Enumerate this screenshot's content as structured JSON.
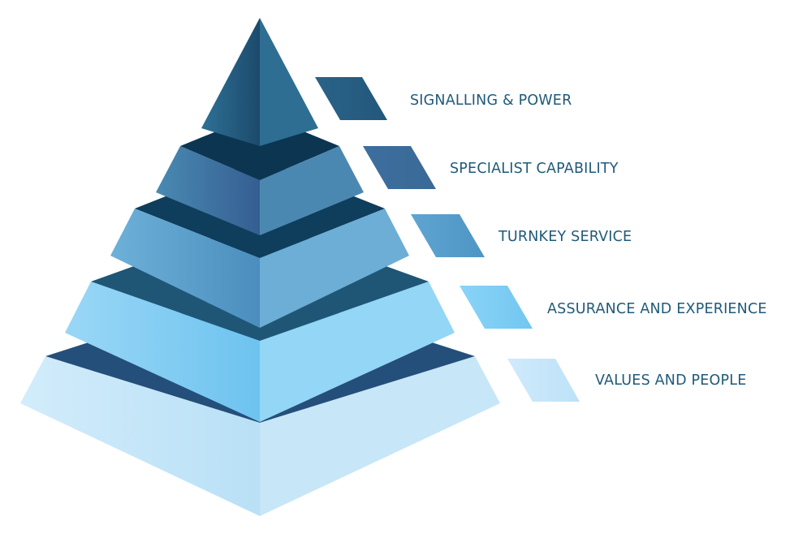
{
  "pyramid": {
    "tiers": [
      {
        "label": "SIGNALLING & POWER",
        "accent": "#2e6a8c"
      },
      {
        "label": "SPECIALIST CAPABILITY",
        "accent": "#3f6f9c"
      },
      {
        "label": "TURNKEY SERVICE",
        "accent": "#5a9fcc"
      },
      {
        "label": "ASSURANCE AND EXPERIENCE",
        "accent": "#7fcdf5"
      },
      {
        "label": "VALUES AND PEOPLE",
        "accent": "#bfe4f8"
      }
    ],
    "text_color": "#1f5a79"
  }
}
